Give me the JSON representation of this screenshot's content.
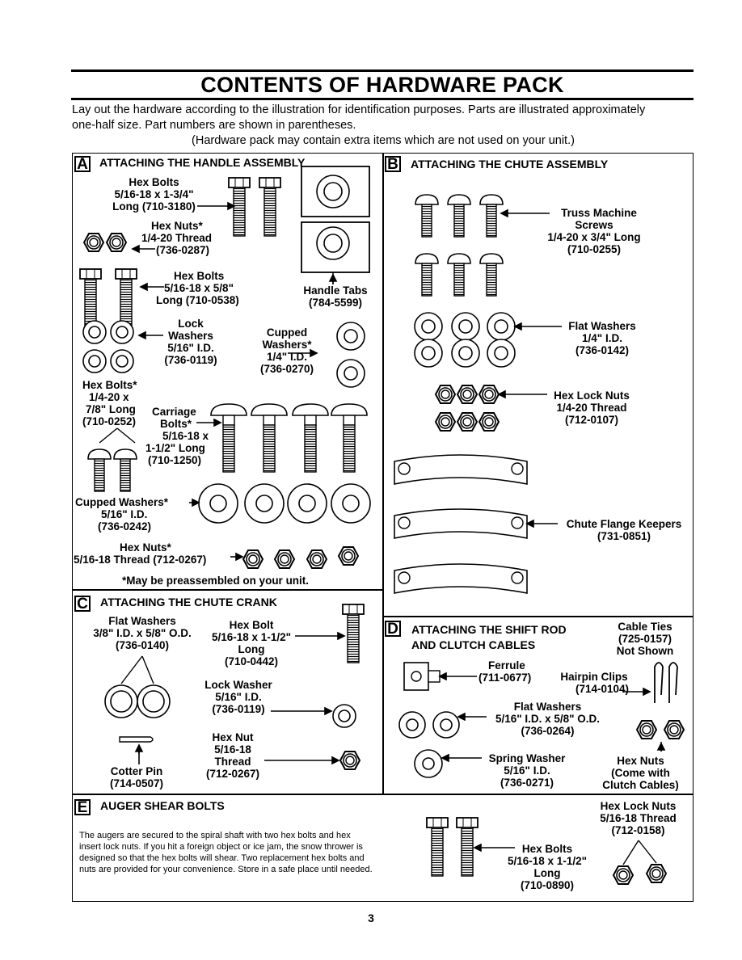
{
  "title": "CONTENTS OF HARDWARE PACK",
  "intro": {
    "line1": "Lay out the hardware according to the illustration for identification purposes. Parts are illustrated approximately",
    "line2": "one-half size. Part numbers are shown in parentheses.",
    "line3": "(Hardware pack may contain extra items which are not used on your unit.)"
  },
  "sections": {
    "a": {
      "letter": "A",
      "heading": "ATTACHING THE HANDLE ASSEMBLY",
      "hex_bolts_long": [
        "Hex Bolts",
        "5/16-18 x 1-3/4\"",
        "Long (710-3180)"
      ],
      "hex_nuts": [
        "Hex Nuts*",
        "1/4-20 Thread",
        "(736-0287)"
      ],
      "hex_bolts_short": [
        "Hex Bolts",
        "5/16-18 x 5/8\"",
        "Long (710-0538)"
      ],
      "handle_tabs": [
        "Handle Tabs",
        "(784-5599)"
      ],
      "lock_washers": [
        "Lock",
        "Washers",
        "5/16\" I.D.",
        "(736-0119)"
      ],
      "cupped_washers_small": [
        "Cupped",
        "Washers*",
        "1/4\" I.D.",
        "(736-0270)"
      ],
      "hex_bolts_star": [
        "Hex Bolts*",
        "1/4-20 x",
        "7/8\" Long",
        "(710-0252)"
      ],
      "carriage_bolts": [
        "Carriage",
        "Bolts*",
        "5/16-18 x",
        "1-1/2\" Long",
        "(710-1250)"
      ],
      "cupped_washers_large": [
        "Cupped Washers*",
        "5/16\" I.D.",
        "(736-0242)"
      ],
      "hex_nuts_bottom": [
        "Hex Nuts*",
        "5/16-18 Thread (712-0267)"
      ],
      "note": "*May be preassembled on your unit."
    },
    "b": {
      "letter": "B",
      "heading": "ATTACHING THE CHUTE ASSEMBLY",
      "truss_screws": [
        "Truss Machine",
        "Screws",
        "1/4-20 x 3/4\" Long",
        "(710-0255)"
      ],
      "flat_washers": [
        "Flat Washers",
        "1/4\" I.D.",
        "(736-0142)"
      ],
      "hex_lock_nuts": [
        "Hex Lock Nuts",
        "1/4-20 Thread",
        "(712-0107)"
      ],
      "chute_keepers": [
        "Chute Flange Keepers",
        "(731-0851)"
      ]
    },
    "c": {
      "letter": "C",
      "heading": "ATTACHING THE CHUTE CRANK",
      "flat_washers": [
        "Flat Washers",
        "3/8\" I.D. x 5/8\" O.D.",
        "(736-0140)"
      ],
      "hex_bolt": [
        "Hex Bolt",
        "5/16-18 x 1-1/2\"",
        "Long",
        "(710-0442)"
      ],
      "lock_washer": [
        "Lock Washer",
        "5/16\" I.D.",
        "(736-0119)"
      ],
      "hex_nut": [
        "Hex Nut",
        "5/16-18",
        "Thread",
        "(712-0267)"
      ],
      "cotter_pin": [
        "Cotter Pin",
        "(714-0507)"
      ]
    },
    "d": {
      "letter": "D",
      "heading": [
        "ATTACHING THE SHIFT ROD",
        "AND CLUTCH CABLES"
      ],
      "cable_ties": [
        "Cable Ties",
        "(725-0157)",
        "Not Shown"
      ],
      "ferrule": [
        "Ferrule",
        "(711-0677)"
      ],
      "hairpin_clips": [
        "Hairpin Clips",
        "(714-0104)"
      ],
      "flat_washers": [
        "Flat Washers",
        "5/16\" I.D. x 5/8\" O.D.",
        "(736-0264)"
      ],
      "spring_washer": [
        "Spring Washer",
        "5/16\" I.D.",
        "(736-0271)"
      ],
      "hex_nuts": [
        "Hex Nuts",
        "(Come with",
        "Clutch Cables)"
      ]
    },
    "e": {
      "letter": "E",
      "heading": "AUGER SHEAR BOLTS",
      "body": [
        "The augers are secured to the spiral shaft with two hex bolts and hex",
        "insert lock nuts. If you hit a foreign object or ice jam, the snow thrower is",
        "designed so that the hex bolts will shear. Two replacement hex bolts and",
        "nuts are provided for your convenience. Store in a safe place until needed."
      ],
      "hex_lock_nuts": [
        "Hex Lock Nuts",
        "5/16-18 Thread",
        "(712-0158)"
      ],
      "hex_bolts": [
        "Hex Bolts",
        "5/16-18 x 1-1/2\"",
        "Long",
        "(710-0890)"
      ]
    }
  },
  "page_number": "3"
}
